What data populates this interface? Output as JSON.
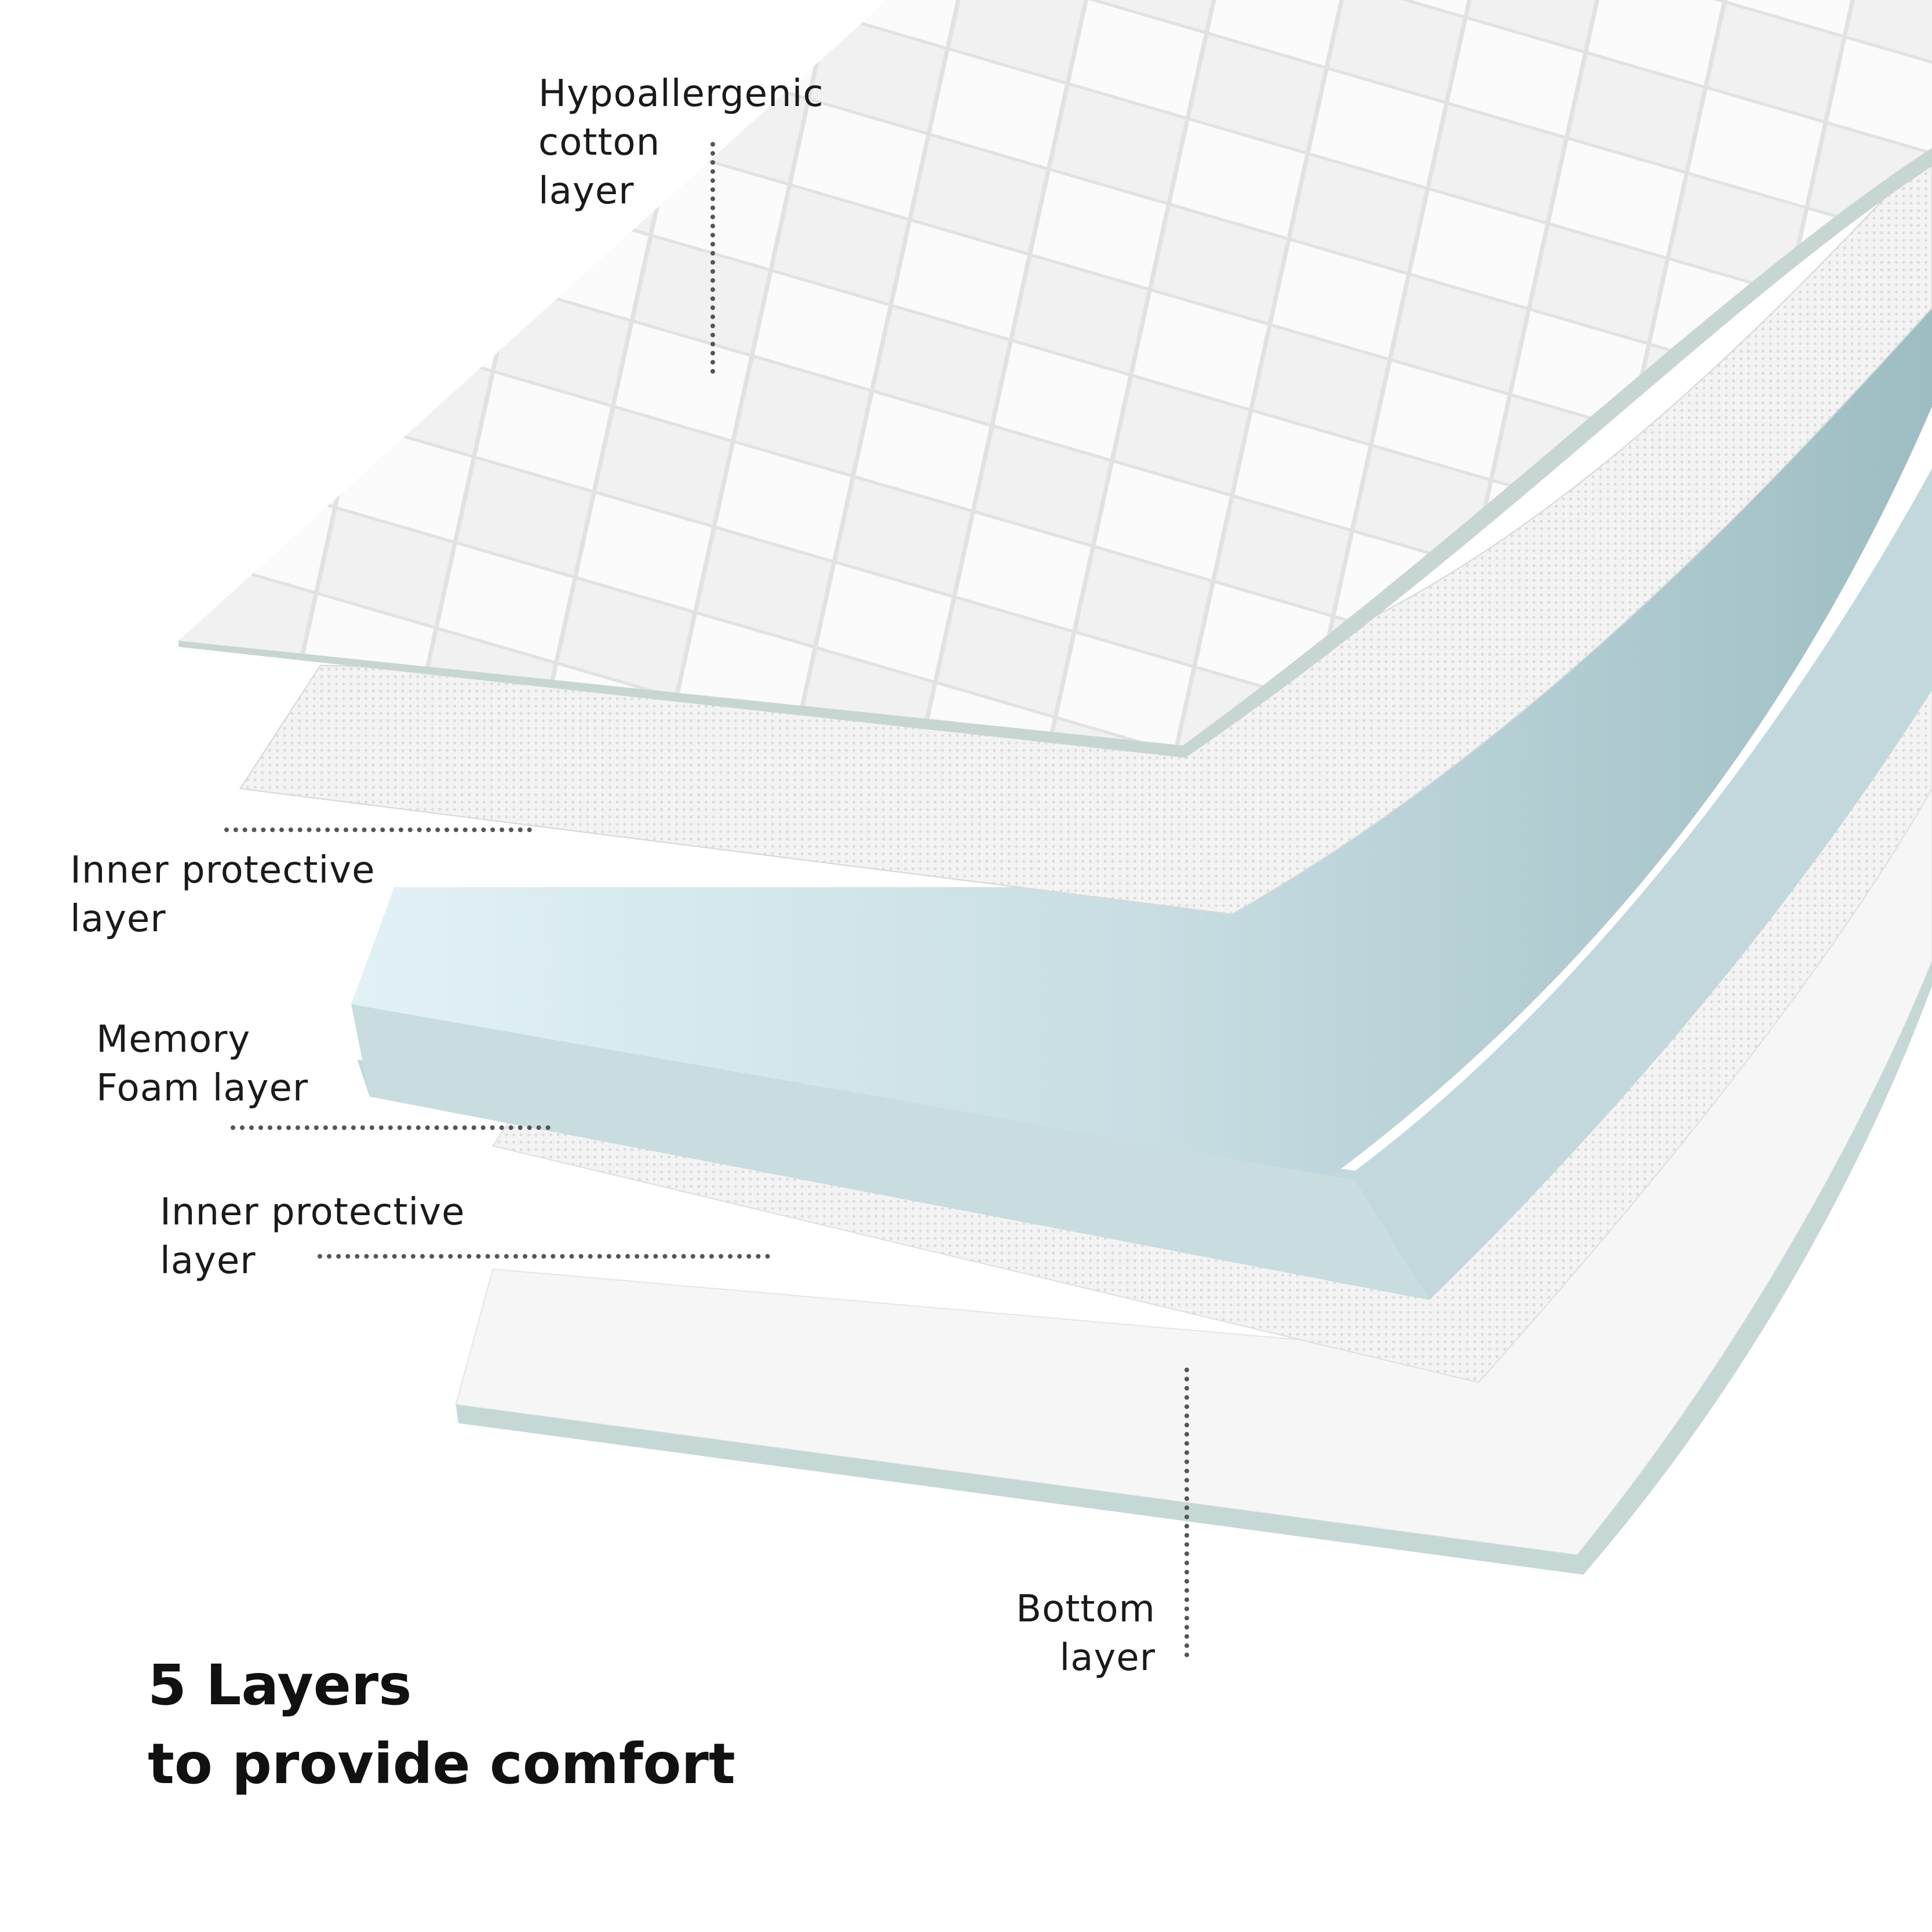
{
  "labels": {
    "cotton": [
      "Hypoallergenic",
      "cotton",
      "layer"
    ],
    "inner_top": [
      "Inner protective",
      "layer"
    ],
    "foam": [
      "Memory",
      "Foam layer"
    ],
    "inner_bottom": [
      "Inner protective",
      "layer"
    ],
    "bottom": [
      "Bottom",
      "layer"
    ]
  },
  "headline": [
    "5 Layers",
    "to provide comfort"
  ],
  "colors": {
    "foam": "#c9dde0",
    "foam_top": "#e6f2f5",
    "edge": "#b7c9c8",
    "fabric": "#f4f4f4"
  }
}
